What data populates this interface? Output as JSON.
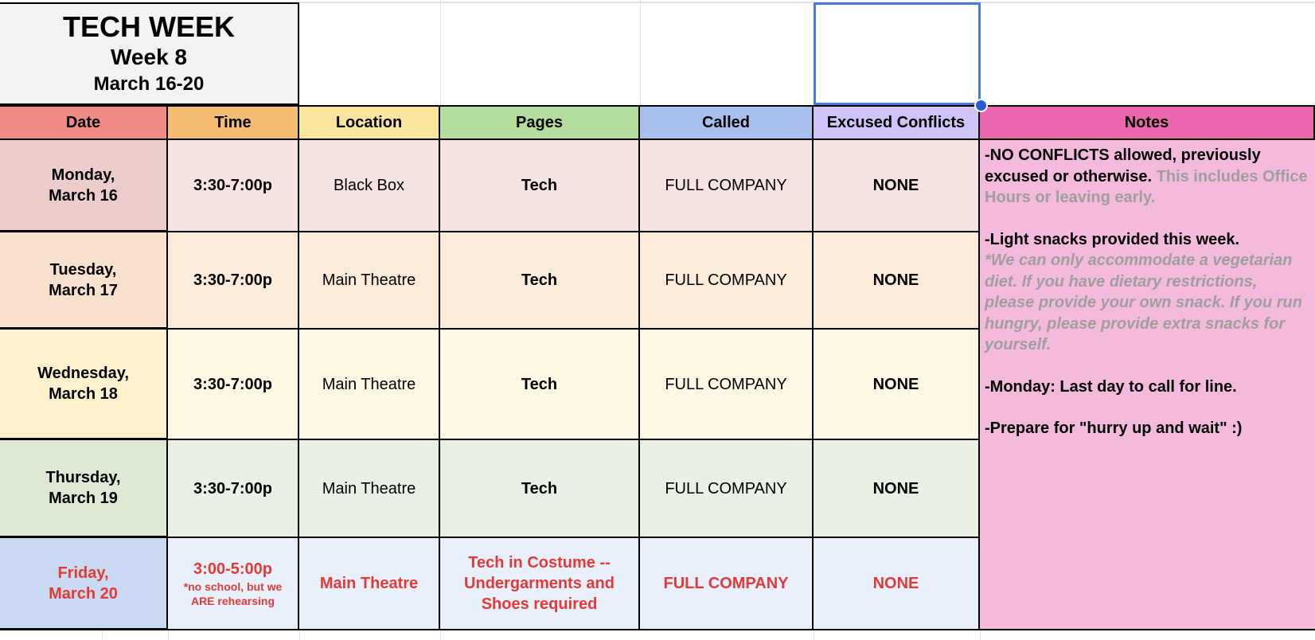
{
  "title": {
    "line1": "TECH WEEK",
    "line2": "Week 8",
    "line3": "March 16-20"
  },
  "headers": [
    "Date",
    "Time",
    "Location",
    "Pages",
    "Called",
    "Excused Conflicts",
    "Notes"
  ],
  "colors": {
    "date": "#ef8a84",
    "time": "#f5bd72",
    "location": "#fae59d",
    "pages": "#b4dd9e",
    "called": "#a8c0ee",
    "excused": "#d0c3f7",
    "notes": "#ea67ad",
    "red": "#e53935"
  },
  "rows": [
    {
      "date1": "Monday,",
      "date2": "March 16",
      "time": "3:30-7:00p",
      "location": "Black Box",
      "pages": "Tech",
      "called": "FULL COMPANY",
      "excused": "NONE"
    },
    {
      "date1": "Tuesday,",
      "date2": "March 17",
      "time": "3:30-7:00p",
      "location": "Main Theatre",
      "pages": "Tech",
      "called": "FULL COMPANY",
      "excused": "NONE"
    },
    {
      "date1": "Wednesday,",
      "date2": "March 18",
      "time": "3:30-7:00p",
      "location": "Main Theatre",
      "pages": "Tech",
      "called": "FULL COMPANY",
      "excused": "NONE"
    },
    {
      "date1": "Thursday,",
      "date2": "March 19",
      "time": "3:30-7:00p",
      "location": "Main Theatre",
      "pages": "Tech",
      "called": "FULL COMPANY",
      "excused": "NONE"
    },
    {
      "date1": "Friday,",
      "date2": "March 20",
      "time": "3:00-5:00p",
      "time_note": "*no school, but we ARE rehearsing",
      "location": "Main Theatre",
      "pages": "Tech in Costume -- Undergarments and Shoes required",
      "called": "FULL COMPANY",
      "excused": "NONE"
    }
  ],
  "notes": {
    "n1_bold": "-NO CONFLICTS allowed, previously excused or otherwise.",
    "n1_gray": " This includes Office Hours or leaving early.",
    "n2_bold": "-Light snacks provided this week.",
    "n2_gray": "*We can only accommodate a vegetarian diet. If you have dietary restrictions, please provide your own snack. If you run hungry, please provide extra snacks for yourself.",
    "n3": "-Monday: Last day to call for line.",
    "n4": "-Prepare for \"hurry up and wait\" :)"
  }
}
